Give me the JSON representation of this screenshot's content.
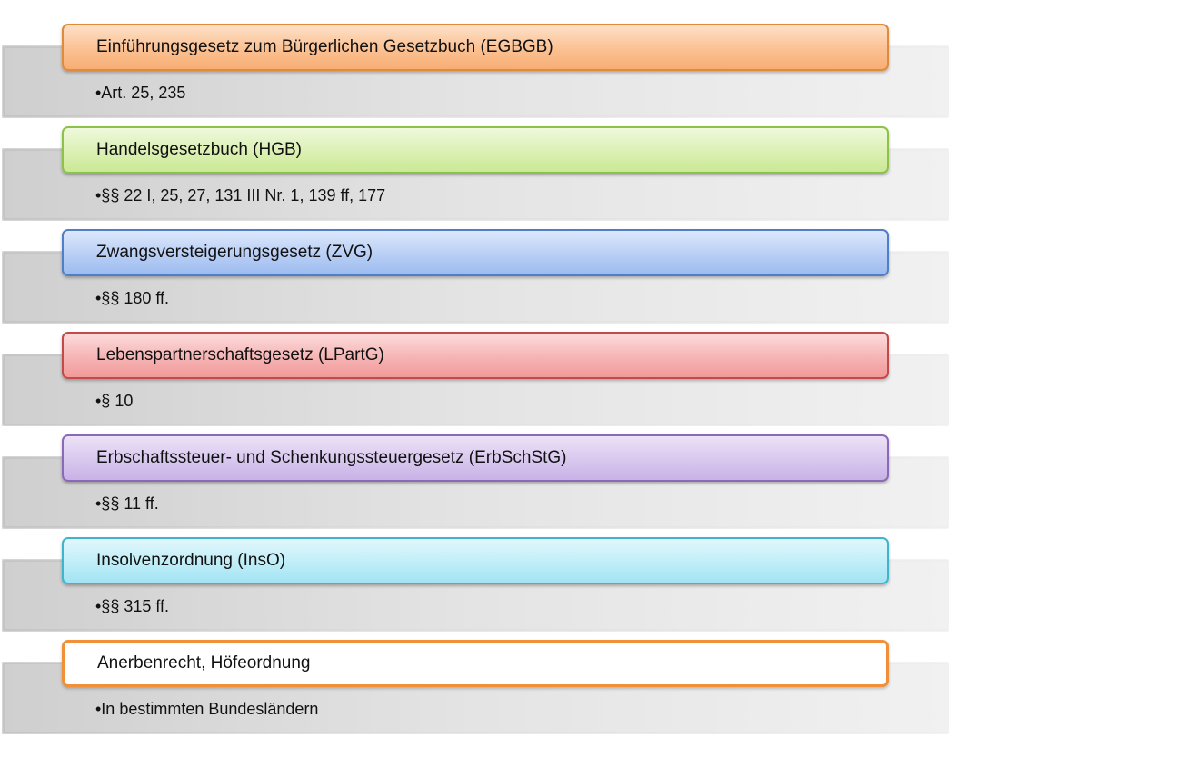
{
  "items": [
    {
      "title": "Einführungsgesetz zum Bürgerlichen Gesetzbuch (EGBGB)",
      "bullet": "•Art. 25, 235",
      "color": "#f7ae73"
    },
    {
      "title": "Handelsgesetzbuch (HGB)",
      "bullet": "•§§ 22 I, 25, 27, 131 III Nr. 1, 139 ff, 177",
      "color": "#cae995"
    },
    {
      "title": "Zwangsversteigerungsgesetz (ZVG)",
      "bullet": "•§§ 180 ff.",
      "color": "#9dbbf0"
    },
    {
      "title": "Lebenspartnerschaftsgesetz (LPartG)",
      "bullet": "•§ 10",
      "color": "#f19999"
    },
    {
      "title": "Erbschaftssteuer- und Schenkungssteuergesetz (ErbSchStG)",
      "bullet": "•§§ 11 ff.",
      "color": "#c9b2e6"
    },
    {
      "title": "Insolvenzordnung (InsO)",
      "bullet": "•§§ 315 ff.",
      "color": "#a3e3f3"
    },
    {
      "title": "Anerbenrecht, Höfeordnung",
      "bullet": "•In bestimmten Bundesländern",
      "color": "#ffffff"
    }
  ]
}
